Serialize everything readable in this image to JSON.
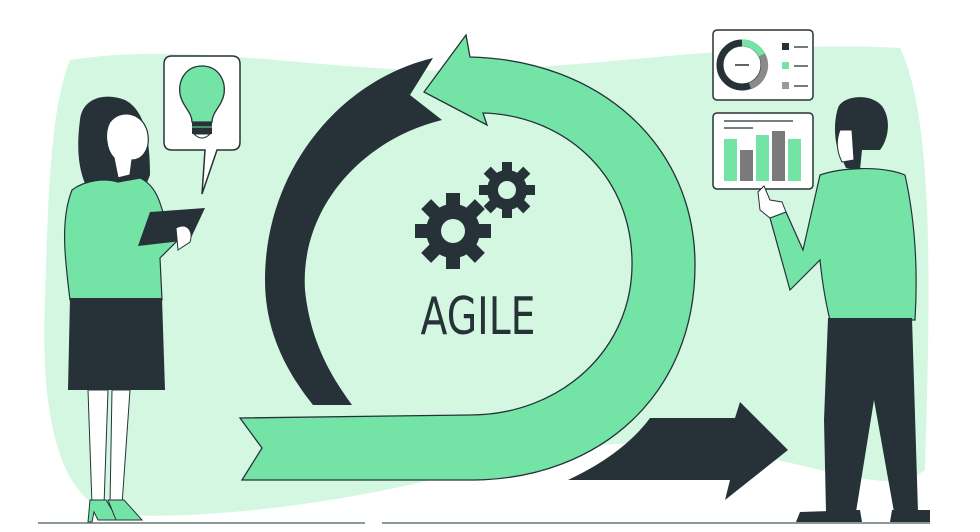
{
  "illustration": {
    "title": "AGILE",
    "colors": {
      "dark": "#263238",
      "green": "#73e3a6",
      "light_bg": "#d4f7e2",
      "gray": "#7a7a7a",
      "white": "#ffffff"
    },
    "elements": {
      "cycle_arrow": "circular-agile-arrow",
      "gears": "gears-icon",
      "bulb": "lightbulb-icon",
      "donut_chart": "donut-chart-card",
      "bar_chart": "bar-chart-card",
      "forward_arrow": "right-arrow"
    },
    "donut_chart": {
      "segments": [
        {
          "color": "#73e3a6",
          "share": 0.27
        },
        {
          "color": "#7a7a7a",
          "share": 0.25
        },
        {
          "color": "#263238",
          "share": 0.48
        }
      ],
      "legend": [
        "#263238",
        "#73e3a6",
        "#9a9a9a"
      ]
    },
    "bar_chart": {
      "bars": [
        {
          "color": "#73e3a6",
          "height": 40
        },
        {
          "color": "#7a7a7a",
          "height": 30
        },
        {
          "color": "#73e3a6",
          "height": 44
        },
        {
          "color": "#7a7a7a",
          "height": 48
        },
        {
          "color": "#73e3a6",
          "height": 40
        }
      ]
    }
  }
}
